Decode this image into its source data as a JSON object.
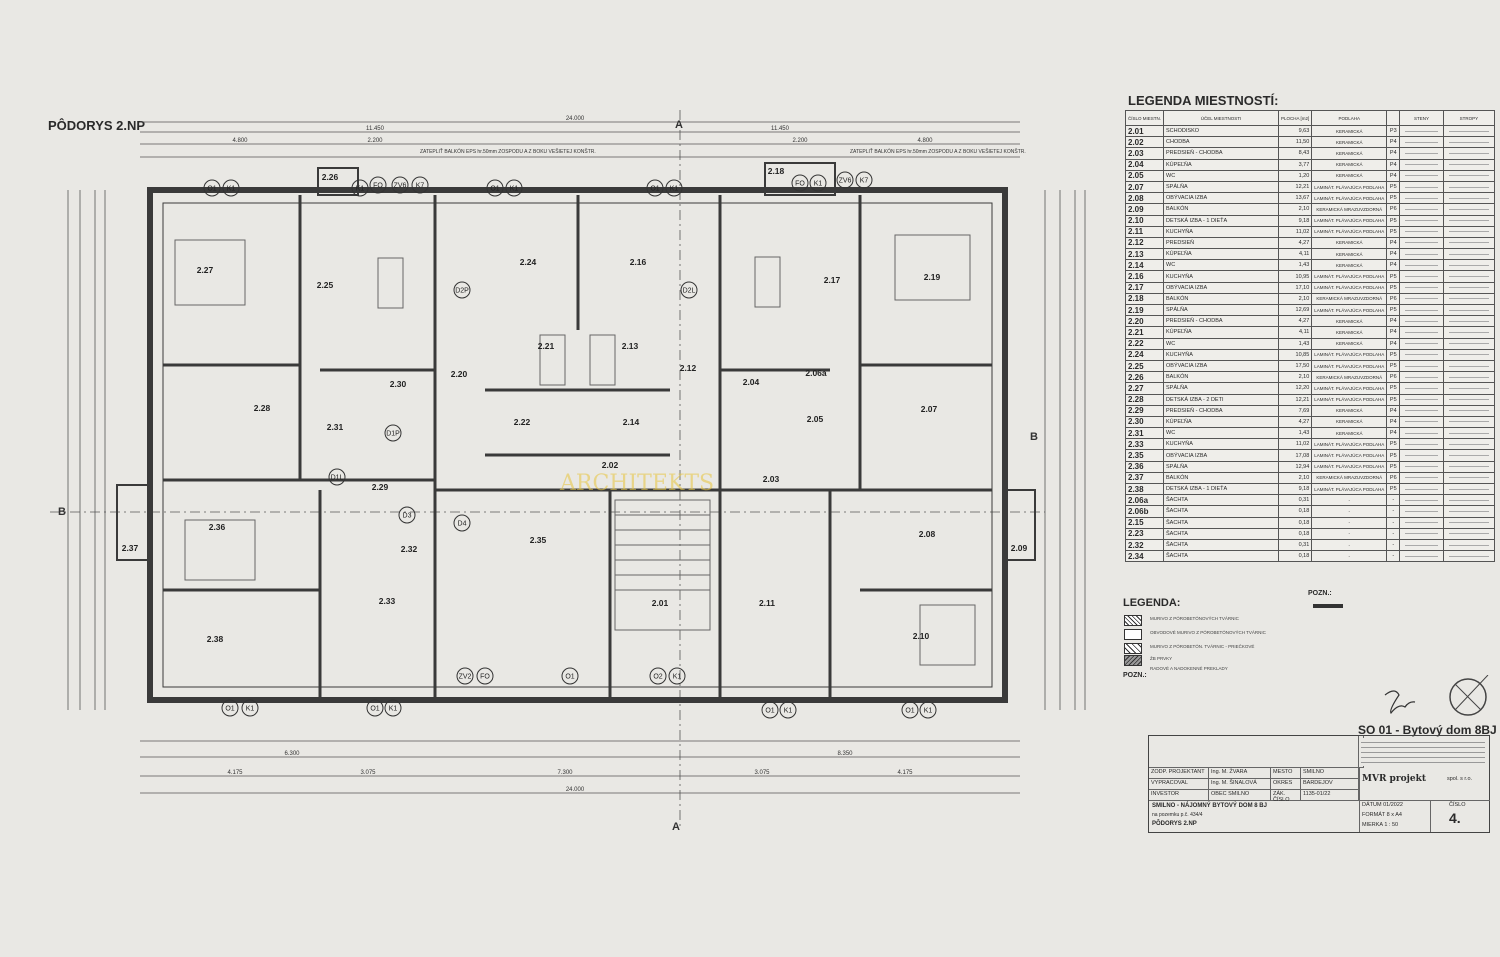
{
  "plan": {
    "title": "PÔDORYS 2.NP",
    "dims_top": [
      "24.000",
      "11.450",
      "11.450",
      "4.800",
      "2.200",
      "2.200",
      "4.800"
    ],
    "dims_bottom": [
      "24.000",
      "4.175",
      "3.075",
      "7.300",
      "3.075",
      "4.175",
      "6.300",
      "8.350"
    ],
    "section_marks": [
      "A",
      "A",
      "B",
      "B"
    ],
    "balcony_note": "ZATEPLIŤ BALKÓN EPS hr.50mm ZOSPODU A Z BOKU VEŠIETEJ KONŠTR.",
    "watermark": "ARCHITEKTS",
    "rooms": [
      "2.27",
      "2.25",
      "2.24",
      "2.16",
      "2.17",
      "2.19",
      "2.26",
      "2.18",
      "2.21",
      "2.13",
      "2.12",
      "2.20",
      "2.30",
      "2.04",
      "2.06a",
      "2.28",
      "2.07",
      "2.22",
      "2.14",
      "2.31",
      "2.05",
      "2.02",
      "2.03",
      "2.29",
      "2.36",
      "2.35",
      "2.08",
      "2.37",
      "2.09",
      "2.32",
      "2.33",
      "2.01",
      "2.11",
      "2.38",
      "2.10"
    ],
    "tags": [
      "O1",
      "K1",
      "FO",
      "ZV6",
      "K7",
      "D2P",
      "D2L",
      "D3",
      "D4",
      "D1P",
      "D1L",
      "O2",
      "ZV2"
    ]
  },
  "legend": {
    "title": "LEGENDA MIESTNOSTÍ:",
    "headers": [
      "ČÍSLO MIESTN.",
      "ÚČEL MIESTNOSTI",
      "PLOCHA [m2]",
      "PODLAHA",
      "",
      "STENY",
      "STROPY"
    ],
    "rows": [
      [
        "2.01",
        "SCHODISKO",
        "9,63",
        "KERAMICKÁ",
        "P3"
      ],
      [
        "2.02",
        "CHODBA",
        "11,50",
        "KERAMICKÁ",
        "P4"
      ],
      [
        "2.03",
        "PREDSIEŇ - CHODBA",
        "8,43",
        "KERAMICKÁ",
        "P4"
      ],
      [
        "2.04",
        "KÚPEĽŇA",
        "3,77",
        "KERAMICKÁ",
        "P4"
      ],
      [
        "2.05",
        "WC",
        "1,20",
        "KERAMICKÁ",
        "P4"
      ],
      [
        "2.07",
        "SPÁLŇA",
        "12,21",
        "LAMINÁT. PLÁVAJÚCA PODLAHA",
        "P5"
      ],
      [
        "2.08",
        "OBÝVACIA IZBA",
        "13,67",
        "LAMINÁT. PLÁVAJÚCA PODLAHA",
        "P5"
      ],
      [
        "2.09",
        "BALKÓN",
        "2,10",
        "KERAMICKÁ MRAZUVZDORNÁ",
        "P6"
      ],
      [
        "2.10",
        "DETSKÁ IZBA - 1 DIEŤA",
        "9,18",
        "LAMINÁT. PLÁVAJÚCA PODLAHA",
        "P5"
      ],
      [
        "2.11",
        "KUCHYŇA",
        "11,02",
        "LAMINÁT. PLÁVAJÚCA PODLAHA",
        "P5"
      ],
      [
        "2.12",
        "PREDSIEŇ",
        "4,27",
        "KERAMICKÁ",
        "P4"
      ],
      [
        "2.13",
        "KÚPEĽŇA",
        "4,11",
        "KERAMICKÁ",
        "P4"
      ],
      [
        "2.14",
        "WC",
        "1,43",
        "KERAMICKÁ",
        "P4"
      ],
      [
        "2.16",
        "KUCHYŇA",
        "10,95",
        "LAMINÁT. PLÁVAJÚCA PODLAHA",
        "P5"
      ],
      [
        "2.17",
        "OBÝVACIA IZBA",
        "17,10",
        "LAMINÁT. PLÁVAJÚCA PODLAHA",
        "P5"
      ],
      [
        "2.18",
        "BALKÓN",
        "2,10",
        "KERAMICKÁ MRAZUVZDORNÁ",
        "P6"
      ],
      [
        "2.19",
        "SPÁLŇA",
        "12,69",
        "LAMINÁT. PLÁVAJÚCA PODLAHA",
        "P5"
      ],
      [
        "2.20",
        "PREDSIEŇ - CHODBA",
        "4,27",
        "KERAMICKÁ",
        "P4"
      ],
      [
        "2.21",
        "KÚPEĽŇA",
        "4,11",
        "KERAMICKÁ",
        "P4"
      ],
      [
        "2.22",
        "WC",
        "1,43",
        "KERAMICKÁ",
        "P4"
      ],
      [
        "2.24",
        "KUCHYŇA",
        "10,85",
        "LAMINÁT. PLÁVAJÚCA PODLAHA",
        "P5"
      ],
      [
        "2.25",
        "OBÝVACIA IZBA",
        "17,50",
        "LAMINÁT. PLÁVAJÚCA PODLAHA",
        "P5"
      ],
      [
        "2.26",
        "BALKÓN",
        "2,10",
        "KERAMICKÁ MRAZUVZDORNÁ",
        "P6"
      ],
      [
        "2.27",
        "SPÁLŇA",
        "12,20",
        "LAMINÁT. PLÁVAJÚCA PODLAHA",
        "P5"
      ],
      [
        "2.28",
        "DETSKÁ IZBA - 2 DETI",
        "12,21",
        "LAMINÁT. PLÁVAJÚCA PODLAHA",
        "P5"
      ],
      [
        "2.29",
        "PREDSIEŇ - CHODBA",
        "7,69",
        "KERAMICKÁ",
        "P4"
      ],
      [
        "2.30",
        "KÚPEĽŇA",
        "4,27",
        "KERAMICKÁ",
        "P4"
      ],
      [
        "2.31",
        "WC",
        "1,43",
        "KERAMICKÁ",
        "P4"
      ],
      [
        "2.33",
        "KUCHYŇA",
        "11,02",
        "LAMINÁT. PLÁVAJÚCA PODLAHA",
        "P5"
      ],
      [
        "2.35",
        "OBÝVACIA IZBA",
        "17,08",
        "LAMINÁT. PLÁVAJÚCA PODLAHA",
        "P5"
      ],
      [
        "2.36",
        "SPÁLŇA",
        "12,94",
        "LAMINÁT. PLÁVAJÚCA PODLAHA",
        "P5"
      ],
      [
        "2.37",
        "BALKÓN",
        "2,10",
        "KERAMICKÁ MRAZUVZDORNÁ",
        "P6"
      ],
      [
        "2.38",
        "DETSKÁ IZBA - 1 DIEŤA",
        "9,18",
        "LAMINÁT. PLÁVAJÚCA PODLAHA",
        "P5"
      ],
      [
        "2.06a",
        "ŠACHTA",
        "0,31",
        "-",
        "-"
      ],
      [
        "2.06b",
        "ŠACHTA",
        "0,18",
        "-",
        "-"
      ],
      [
        "2.15",
        "ŠACHTA",
        "0,18",
        "-",
        "-"
      ],
      [
        "2.23",
        "ŠACHTA",
        "0,18",
        "-",
        "-"
      ],
      [
        "2.32",
        "ŠACHTA",
        "0,31",
        "-",
        "-"
      ],
      [
        "2.34",
        "ŠACHTA",
        "0,18",
        "-",
        "-"
      ]
    ]
  },
  "materials": {
    "title": "LEGENDA:",
    "items": [
      "MURIVO Z PÓROBETÓNOVÝCH TVÁRNIC",
      "OBVODOVÉ MURIVO Z PÓROBETÓNOVÝCH TVÁRNIC",
      "MURIVO Z PÓROBETÓN. TVÁRNIC - PRIEČKOVÉ",
      "ŽB PRVKY",
      "RADOVÉ A NADOKENNÉ PREKLADY"
    ],
    "pozn_title": "POZN.:",
    "pozn2_title": "POZN.:"
  },
  "title_block": {
    "project_code": "SO 01 - Bytový dom 8BJ",
    "labels": {
      "chief": "ZODP. PROJEKTANT",
      "drawn": "VYPRACOVAL",
      "investor": "INVESTOR",
      "city": "MESTO",
      "district": "OKRES",
      "order": "ZÁK. ČÍSLO",
      "date": "DÁTUM",
      "format": "FORMÁT",
      "scale": "MIERKA",
      "number": "ČÍSLO"
    },
    "chief": "Ing. M. ŽVARA",
    "drawn": "Ing. M. ŠINALOVÁ",
    "investor": "OBEC SMILNO",
    "city": "SMILNO",
    "district": "BARDEJOV",
    "order": "1135-01/22",
    "project": "SMILNO - NÁJOMNÝ BYTOVÝ DOM 8 BJ",
    "plot": "na pozemku p.č. 434/4",
    "drawing": "PÔDORYS 2.NP",
    "date": "01/2022",
    "format": "8 x A4",
    "scale": "1 : 50",
    "sheet": "4.",
    "company": "spol. s r.o.",
    "logo": "MVR projekt"
  }
}
